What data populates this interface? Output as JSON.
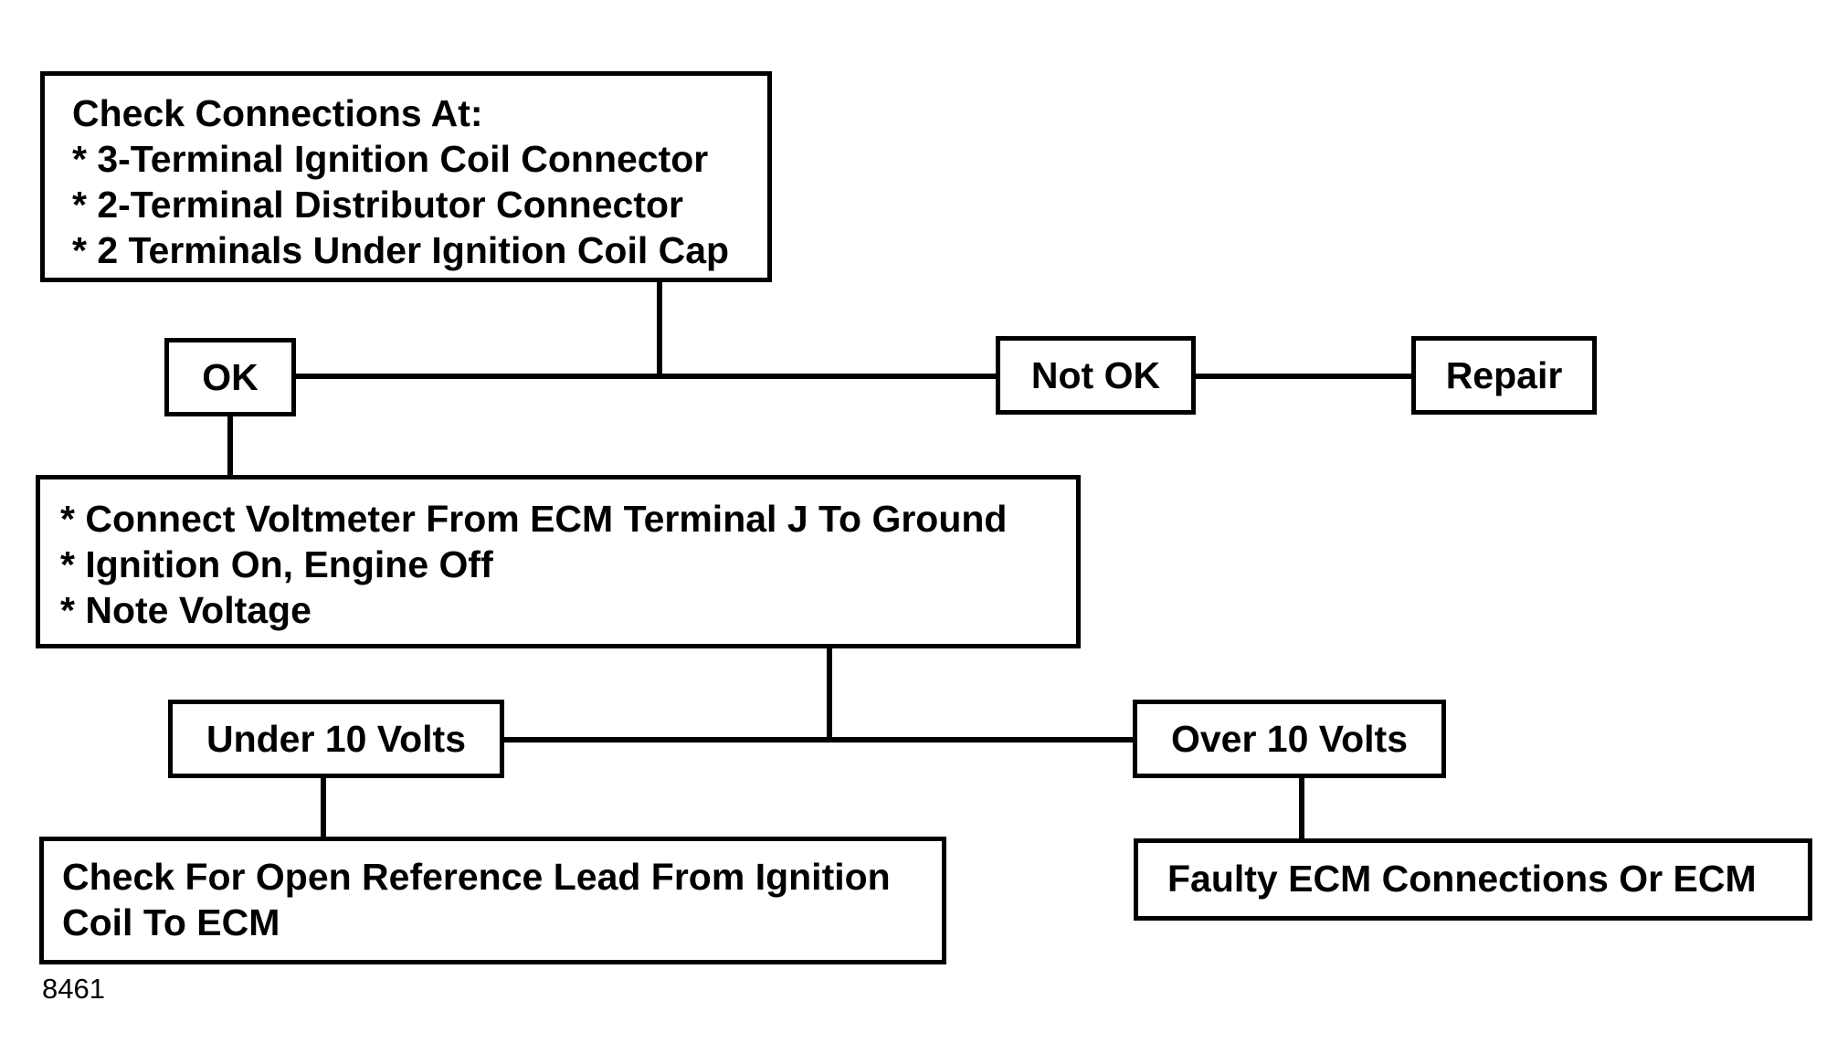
{
  "check_connections_box": {
    "lines": [
      "Check Connections At:",
      "* 3-Terminal Ignition Coil Connector",
      "* 2-Terminal Distributor Connector",
      "* 2 Terminals Under Ignition Coil Cap"
    ]
  },
  "ok_box": {
    "label": "OK"
  },
  "not_ok_box": {
    "label": "Not OK"
  },
  "repair_box": {
    "label": "Repair"
  },
  "voltmeter_box": {
    "lines": [
      "* Connect Voltmeter From ECM Terminal J To Ground",
      "* Ignition On, Engine Off",
      "* Note Voltage"
    ]
  },
  "under_10_box": {
    "label": "Under 10 Volts"
  },
  "over_10_box": {
    "label": "Over 10 Volts"
  },
  "open_lead_box": {
    "lines": [
      "Check For Open Reference Lead From Ignition",
      "Coil To ECM"
    ]
  },
  "faulty_ecm_box": {
    "label": "Faulty ECM Connections Or ECM"
  },
  "figure_code": "8461",
  "colors": {
    "line": "#000000",
    "background": "#ffffff"
  }
}
